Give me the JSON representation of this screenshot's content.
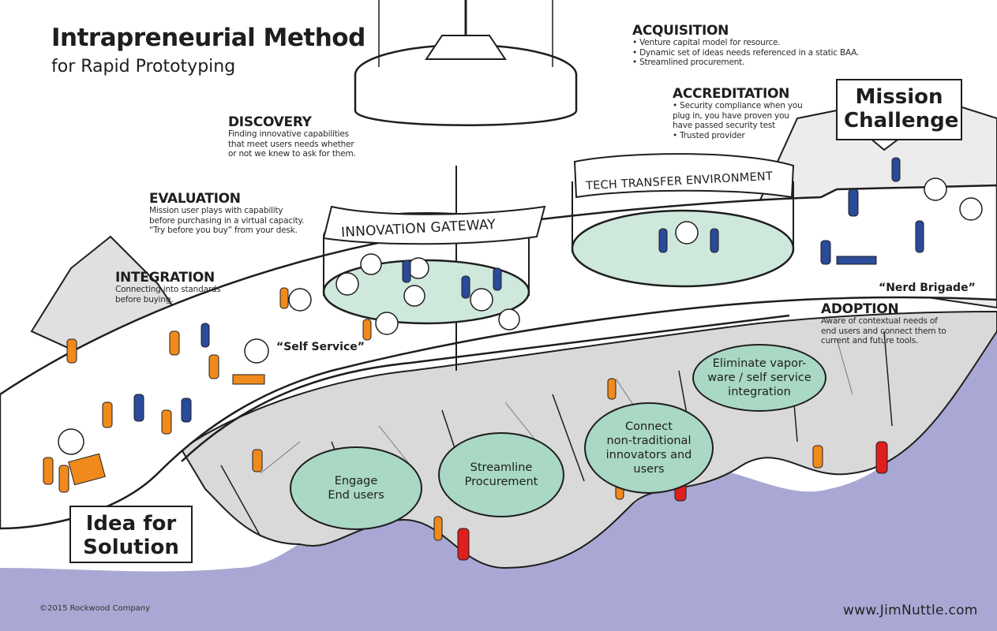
{
  "title": "Intrapreneurial Method",
  "subtitle": "for Rapid Prototyping",
  "sections": {
    "acquisition": {
      "heading": "ACQUISITION",
      "lines": [
        "• Venture capital model for resource.",
        "• Dynamic set of ideas needs referenced in a static BAA.",
        "• Streamlined procurement."
      ]
    },
    "accreditation": {
      "heading": "ACCREDITATION",
      "lines": [
        "• Security compliance when you",
        "plug in, you have proven you",
        "have passed security test",
        "• Trusted provider"
      ]
    },
    "discovery": {
      "heading": "DISCOVERY",
      "lines": [
        "Finding innovative capabilities",
        "that meet users needs whether",
        "or not we knew to ask for them."
      ]
    },
    "evaluation": {
      "heading": "EVALUATION",
      "lines": [
        "Mission user plays with capability",
        "before purchasing in a virtual capacity.",
        "“Try before you buy” from your desk."
      ]
    },
    "integration": {
      "heading": "INTEGRATION",
      "lines": [
        "Connecting into standards",
        "before buying."
      ]
    },
    "adoption": {
      "heading": "ADOPTION",
      "lines": [
        "Aware of contextual needs of",
        "end users and connect them to",
        "current and future tools."
      ]
    }
  },
  "boxes": {
    "mission_challenge": [
      "Mission",
      "Challenge"
    ],
    "idea_for_solution": [
      "Idea for",
      "Solution"
    ]
  },
  "environments": {
    "innovation_gateway": "INNOVATION GATEWAY",
    "tech_transfer": "TECH TRANSFER ENVIRONMENT"
  },
  "quotes": {
    "self_service": "“Self Service”",
    "nerd_brigade": "“Nerd Brigade”"
  },
  "goals": [
    {
      "lines": [
        "Engage",
        "End users"
      ]
    },
    {
      "lines": [
        "Streamline",
        "Procurement"
      ]
    },
    {
      "lines": [
        "Connect",
        "non-traditional",
        "innovators and",
        "users"
      ]
    },
    {
      "lines": [
        "Eliminate vapor-",
        "ware / self service",
        "integration"
      ]
    }
  ],
  "footer": {
    "copyright": "©2015 Rockwood Company",
    "website": "www.JimNuttle.com"
  },
  "colors": {
    "sea": "#a9a8d4",
    "goal_fill": "#a9d8c4",
    "platform_fill": "#cfe8dc",
    "worker_orange": "#f08a1c",
    "worker_blue": "#2a4a9a",
    "worker_red": "#e01e1e",
    "rock_gray": "#c8c8c8"
  }
}
